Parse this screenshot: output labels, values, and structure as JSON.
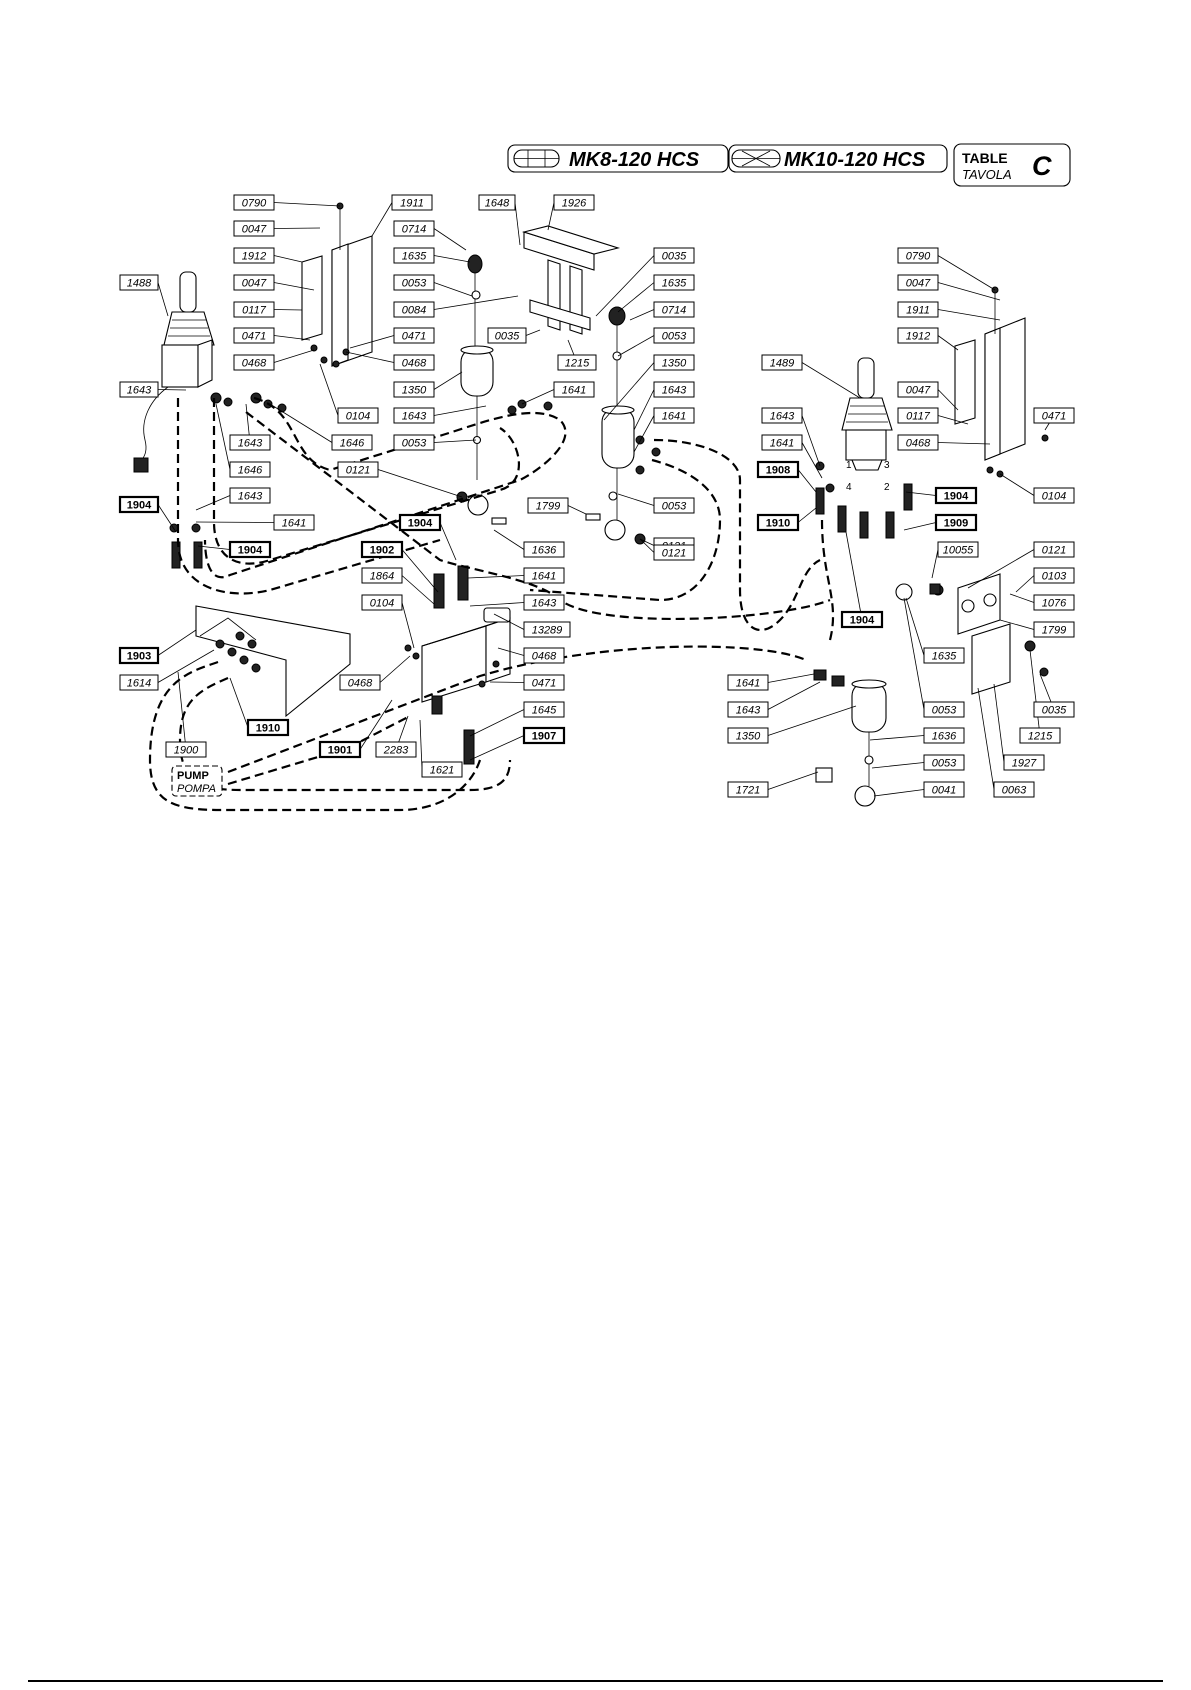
{
  "header": {
    "model_a": "MK8-120 HCS",
    "model_b": "MK10-120 HCS",
    "table_label": "TABLE",
    "tavola_label": "TAVOLA",
    "table_letter": "C"
  },
  "pump_label": {
    "line1": "PUMP",
    "line2": "POMPA"
  },
  "part_labels": [
    "0790",
    "1911",
    "1648",
    "1926",
    "0047",
    "0714",
    "1912",
    "1635",
    "0035",
    "1488",
    "0047",
    "0053",
    "1635",
    "0117",
    "0084",
    "0714",
    "0471",
    "0035",
    "0053",
    "1215",
    "0468",
    "0471",
    "0468",
    "1350",
    "1643",
    "1350",
    "1489",
    "1643",
    "1641",
    "0104",
    "1643",
    "1641",
    "1646",
    "0053",
    "1643",
    "1643",
    "1646",
    "0121",
    "1641",
    "0121",
    "1643",
    "1908",
    "1799",
    "0053",
    "1904",
    "1641",
    "1904",
    "1910",
    "1909",
    "1904",
    "1904",
    "1636",
    "0121",
    "1902",
    "1641",
    "1864",
    "1643",
    "0104",
    "13289",
    "1903",
    "0468",
    "1614",
    "0468",
    "0471",
    "1910",
    "1901",
    "2283",
    "1621",
    "1645",
    "1900",
    "1907",
    "0790",
    "0047",
    "1911",
    "1912",
    "0047",
    "0117",
    "0471",
    "0468",
    "0104",
    "0121",
    "10055",
    "0103",
    "1076",
    "1799",
    "1904",
    "1635",
    "0035",
    "1641",
    "1643",
    "0053",
    "1215",
    "1350",
    "1636",
    "0053",
    "0041",
    "1927",
    "1721",
    "0063"
  ],
  "joystick_port_numbers": [
    "1",
    "3",
    "4",
    "2"
  ]
}
